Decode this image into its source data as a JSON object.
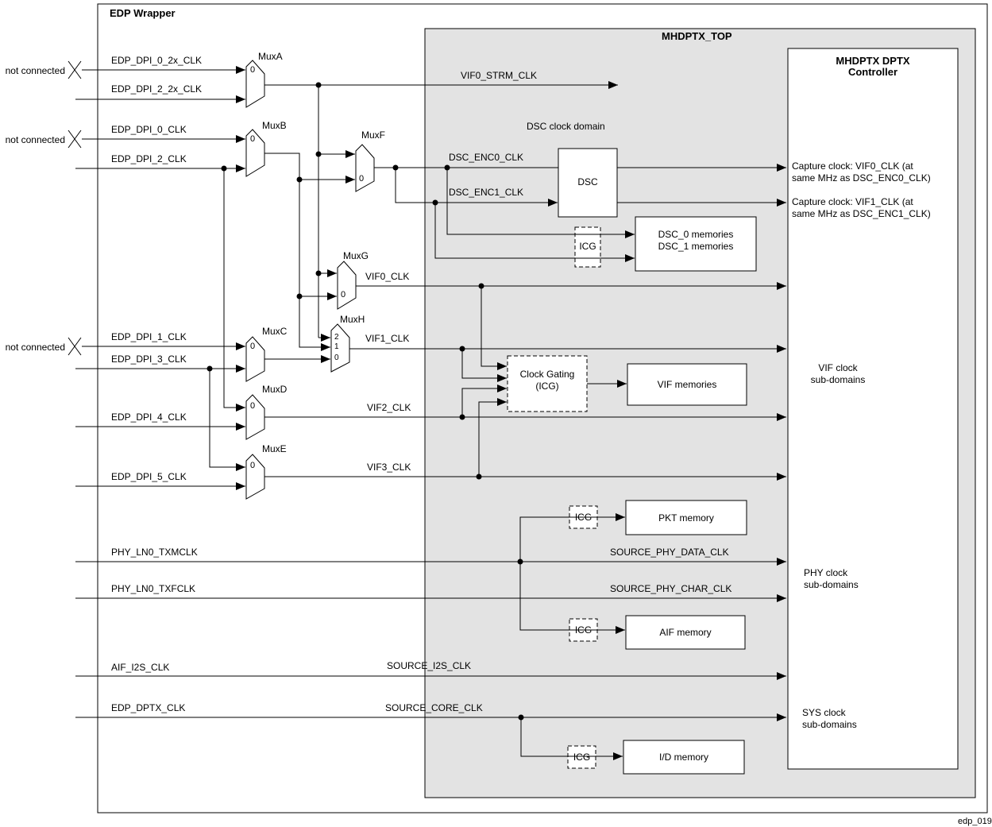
{
  "wrapper": {
    "title": "EDP Wrapper",
    "figure_id": "edp_019"
  },
  "mhdptx_top": {
    "title": "MHDPTX_TOP",
    "dsc_domain": "DSC clock domain"
  },
  "controller": {
    "title_line1": "MHDPTX DPTX",
    "title_line2": "Controller",
    "capture_vif0_line1": "Capture clock: VIF0_CLK (at",
    "capture_vif0_line2": "same MHz as DSC_ENC0_CLK)",
    "capture_vif1_line1": "Capture clock: VIF1_CLK (at",
    "capture_vif1_line2": "same MHz as DSC_ENC1_CLK)",
    "vif_domain_line1": "VIF clock",
    "vif_domain_line2": "sub-domains",
    "phy_domain_line1": "PHY clock",
    "phy_domain_line2": "sub-domains",
    "sys_domain_line1": "SYS clock",
    "sys_domain_line2": "sub-domains"
  },
  "inputs": {
    "not_connected": "not connected",
    "dpi_0_2x": "EDP_DPI_0_2x_CLK",
    "dpi_2_2x": "EDP_DPI_2_2x_CLK",
    "dpi_0": "EDP_DPI_0_CLK",
    "dpi_2": "EDP_DPI_2_CLK",
    "dpi_1": "EDP_DPI_1_CLK",
    "dpi_3": "EDP_DPI_3_CLK",
    "dpi_4": "EDP_DPI_4_CLK",
    "dpi_5": "EDP_DPI_5_CLK",
    "phy_ln0_txmclk": "PHY_LN0_TXMCLK",
    "phy_ln0_txfclk": "PHY_LN0_TXFCLK",
    "aif_i2s_clk": "AIF_I2S_CLK",
    "edp_dptx_clk": "EDP_DPTX_CLK"
  },
  "muxes": {
    "a": "MuxA",
    "b": "MuxB",
    "c": "MuxC",
    "d": "MuxD",
    "e": "MuxE",
    "f": "MuxF",
    "g": "MuxG",
    "h": "MuxH",
    "sel0": "0",
    "sel1": "1",
    "sel2": "2"
  },
  "signals": {
    "vif0_strm": "VIF0_STRM_CLK",
    "dsc_enc0": "DSC_ENC0_CLK",
    "dsc_enc1": "DSC_ENC1_CLK",
    "vif0": "VIF0_CLK",
    "vif1": "VIF1_CLK",
    "vif2": "VIF2_CLK",
    "vif3": "VIF3_CLK",
    "src_phy_data": "SOURCE_PHY_DATA_CLK",
    "src_phy_char": "SOURCE_PHY_CHAR_CLK",
    "src_i2s": "SOURCE_I2S_CLK",
    "src_core": "SOURCE_CORE_CLK"
  },
  "blocks": {
    "dsc": "DSC",
    "icg": "ICG",
    "clock_gating_line1": "Clock Gating",
    "clock_gating_line2": "(ICG)",
    "dsc_mem_line1": "DSC_0 memories",
    "dsc_mem_line2": "DSC_1 memories",
    "vif_mem": "VIF memories",
    "pkt_mem": "PKT memory",
    "aif_mem": "AIF memory",
    "id_mem": "I/D memory"
  },
  "colors": {
    "panel_gray": "#e3e3e3",
    "line": "#000000"
  }
}
